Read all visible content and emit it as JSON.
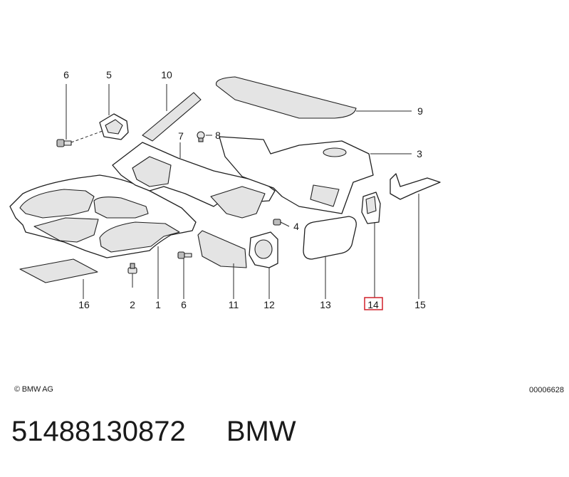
{
  "diagram": {
    "callouts": [
      {
        "id": "c1",
        "label": "1"
      },
      {
        "id": "c2",
        "label": "2"
      },
      {
        "id": "c3",
        "label": "3"
      },
      {
        "id": "c4",
        "label": "4"
      },
      {
        "id": "c5",
        "label": "5"
      },
      {
        "id": "c6a",
        "label": "6"
      },
      {
        "id": "c6b",
        "label": "6"
      },
      {
        "id": "c7",
        "label": "7"
      },
      {
        "id": "c8",
        "label": "8"
      },
      {
        "id": "c9",
        "label": "9"
      },
      {
        "id": "c10",
        "label": "10"
      },
      {
        "id": "c11",
        "label": "11"
      },
      {
        "id": "c12",
        "label": "12"
      },
      {
        "id": "c13",
        "label": "13"
      },
      {
        "id": "c14",
        "label": "14"
      },
      {
        "id": "c15",
        "label": "15"
      },
      {
        "id": "c16",
        "label": "16"
      }
    ],
    "highlighted_callout": "14",
    "highlight_color": "#d0202a"
  },
  "copyright": "© BMW AG",
  "image_code": "00006628",
  "footer": {
    "part_number": "51488130872",
    "brand": "BMW"
  }
}
